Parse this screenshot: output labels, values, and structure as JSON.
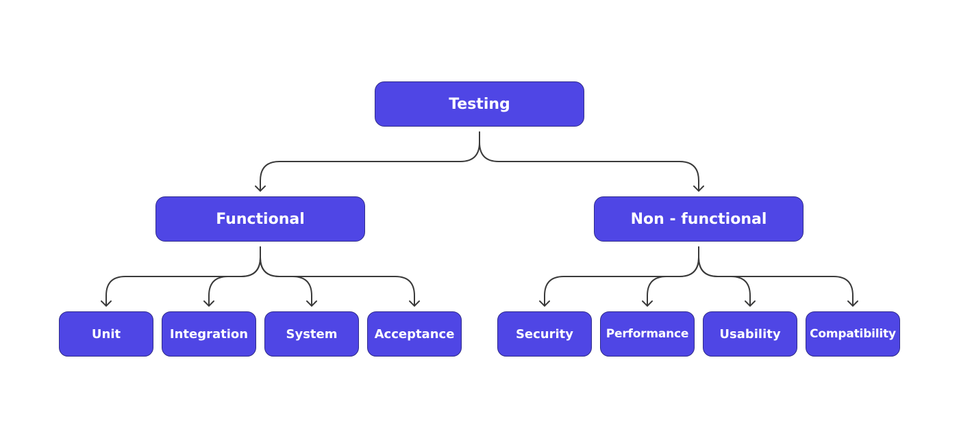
{
  "colors": {
    "node_fill": "#4f46e5",
    "node_border": "#2e2a8a",
    "node_text": "#ffffff",
    "connector": "#3a3a3a"
  },
  "root": {
    "label": "Testing"
  },
  "branches": [
    {
      "label": "Functional",
      "children": [
        "Unit",
        "Integration",
        "System",
        "Acceptance"
      ]
    },
    {
      "label": "Non - functional",
      "children": [
        "Security",
        "Performance",
        "Usability",
        "Compatibility"
      ]
    }
  ]
}
